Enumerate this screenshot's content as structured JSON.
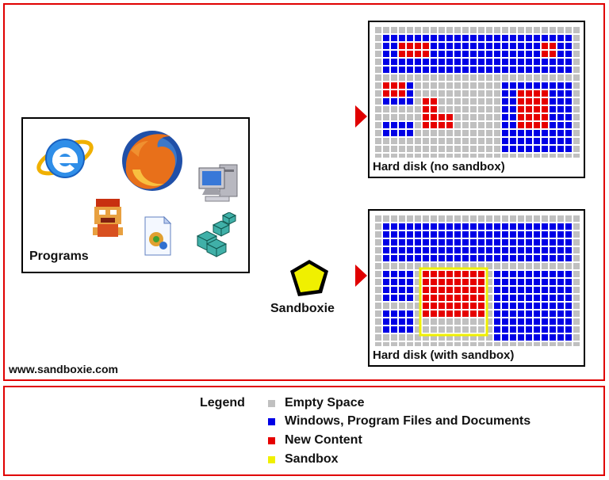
{
  "url": "www.sandboxie.com",
  "programs": {
    "label": "Programs",
    "icons": [
      "internet-explorer-icon",
      "firefox-icon",
      "computer-icon",
      "game-character-icon",
      "document-icon",
      "registry-cubes-icon"
    ]
  },
  "sandboxie": {
    "label": "Sandboxie",
    "icon": "sandboxie-logo-icon"
  },
  "disks": {
    "no_sandbox": {
      "label": "Hard disk (no sandbox)"
    },
    "with_sandbox": {
      "label": "Hard disk (with sandbox)"
    }
  },
  "colors": {
    "empty": "#c0c0c0",
    "windows": "#0000e6",
    "new_content": "#e60000",
    "sandbox": "#f0f000",
    "frame": "#e00000"
  },
  "legend": {
    "title": "Legend",
    "items": [
      {
        "label": "Empty Space",
        "color": "#c0c0c0"
      },
      {
        "label": "Windows, Program Files and Documents",
        "color": "#0000e6"
      },
      {
        "label": "New Content",
        "color": "#e60000"
      },
      {
        "label": "Sandbox",
        "color": "#f0f000"
      }
    ]
  }
}
